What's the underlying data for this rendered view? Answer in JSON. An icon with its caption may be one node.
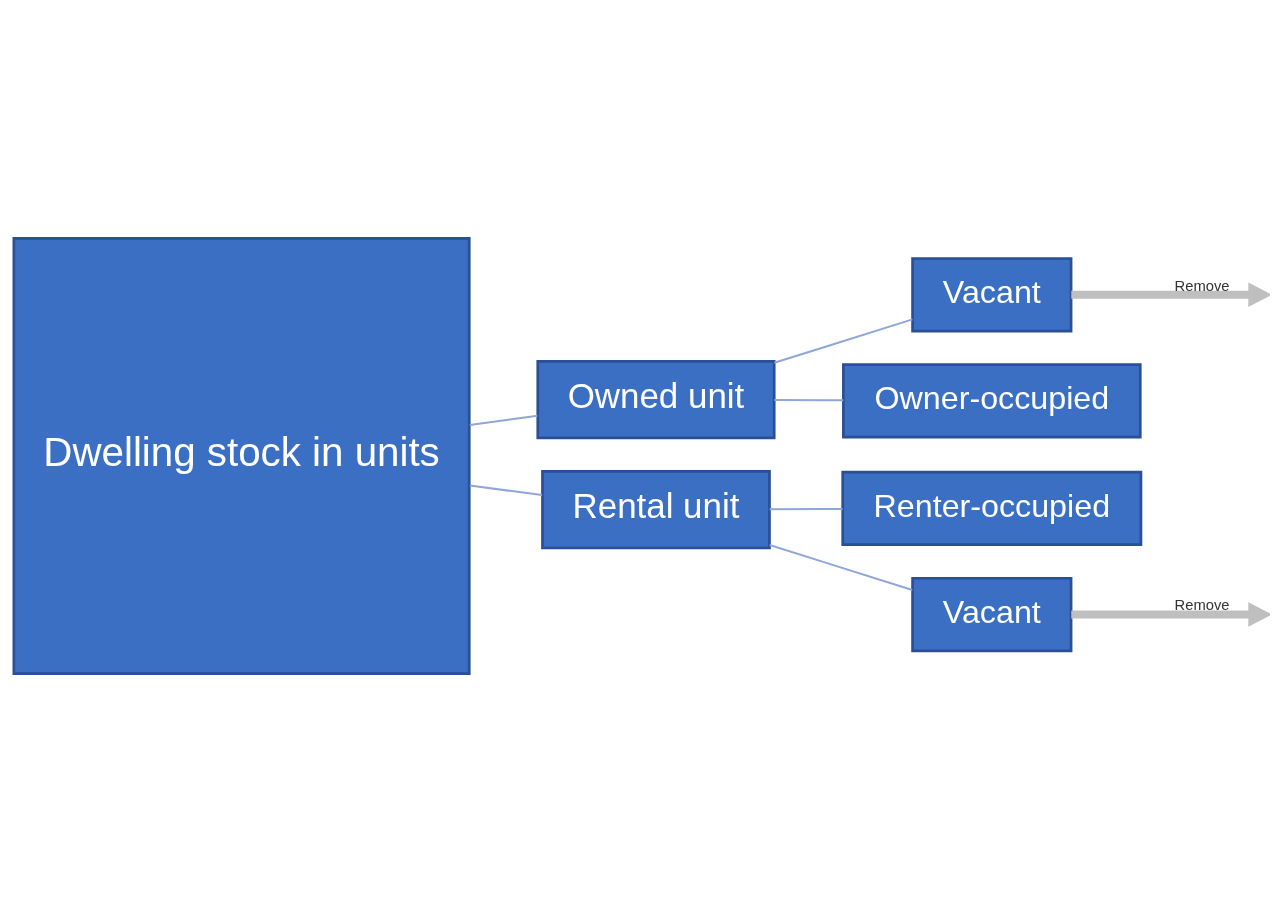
{
  "diagram": {
    "nodes": [
      {
        "text": [
          "Dwelling stock in units"
        ]
      },
      {
        "text": [
          "Owned unit"
        ]
      },
      {
        "text": [
          "Rental unit"
        ]
      },
      {
        "text": [
          "Vacant"
        ]
      },
      {
        "text": [
          "Owner-occupied"
        ]
      },
      {
        "text": [
          "Renter-occupied"
        ]
      },
      {
        "text": [
          "Vacant"
        ]
      }
    ],
    "edges": [
      {
        "from": 0,
        "to": 1,
        "arrow": "none"
      },
      {
        "from": 0,
        "to": 2,
        "arrow": "none"
      },
      {
        "from": 1,
        "to": 3,
        "arrow": "none"
      },
      {
        "from": 1,
        "to": 4,
        "arrow": "none"
      },
      {
        "from": 2,
        "to": 5,
        "arrow": "none"
      },
      {
        "from": 2,
        "to": 6,
        "arrow": "none"
      },
      {
        "from": 3,
        "to": null,
        "arrow": "to",
        "label": "Remove",
        "style": "thick",
        "color": "#bfbfbf"
      },
      {
        "from": 6,
        "to": null,
        "arrow": "to",
        "label": "Remove",
        "style": "thick",
        "color": "#bfbfbf"
      }
    ]
  }
}
